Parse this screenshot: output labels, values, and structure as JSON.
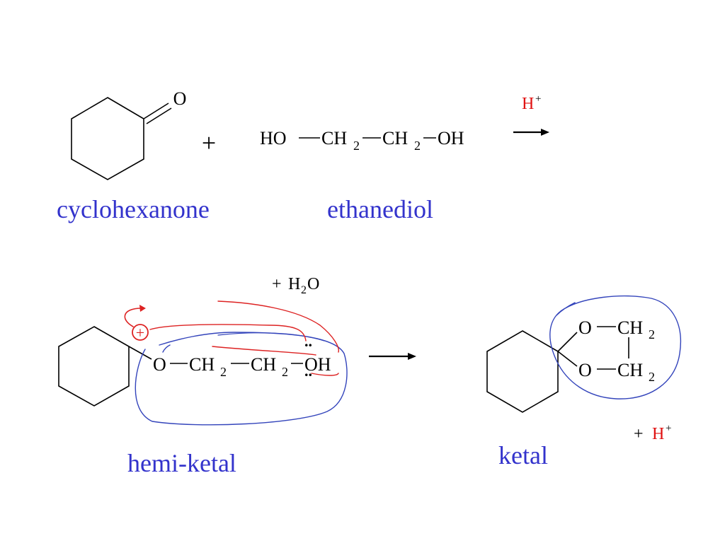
{
  "colors": {
    "ink": "#000000",
    "label_blue": "#3333cc",
    "catalyst_red": "#e01010",
    "annotation_blue": "#3344bb",
    "annotation_red": "#dd2222"
  },
  "reaction1": {
    "ketone_oxygen": "O",
    "plus_sign": "+",
    "diol_formula": {
      "ho_left": "HO",
      "ch2_a": "CH",
      "ch2_a_sub": "2",
      "ch2_b": "CH",
      "ch2_b_sub": "2",
      "oh_right": "OH"
    },
    "catalyst": "H",
    "catalyst_charge": "+",
    "label_cyclohexanone": "cyclohexanone",
    "label_ethanediol": "ethanediol"
  },
  "reaction2": {
    "water_plus": "+ ",
    "water_h": "H",
    "water_sub": "2",
    "water_o": "O",
    "plus_charge": "+",
    "lone_pair": "..",
    "hemiketal_chain": {
      "o": "O",
      "ch2_a": "CH",
      "ch2_a_sub": "2",
      "ch2_b": "CH",
      "ch2_b_sub": "2",
      "oh": "OH"
    },
    "ketal_ring": {
      "o_top": "O",
      "ch2_top": "CH",
      "ch2_top_sub": "2",
      "o_bottom": "O",
      "ch2_bottom": "CH",
      "ch2_bottom_sub": "2"
    },
    "proton_plus": "+ ",
    "proton_h": "H",
    "proton_charge": "+",
    "label_hemiketal": "hemi-ketal",
    "label_ketal": "ketal"
  }
}
